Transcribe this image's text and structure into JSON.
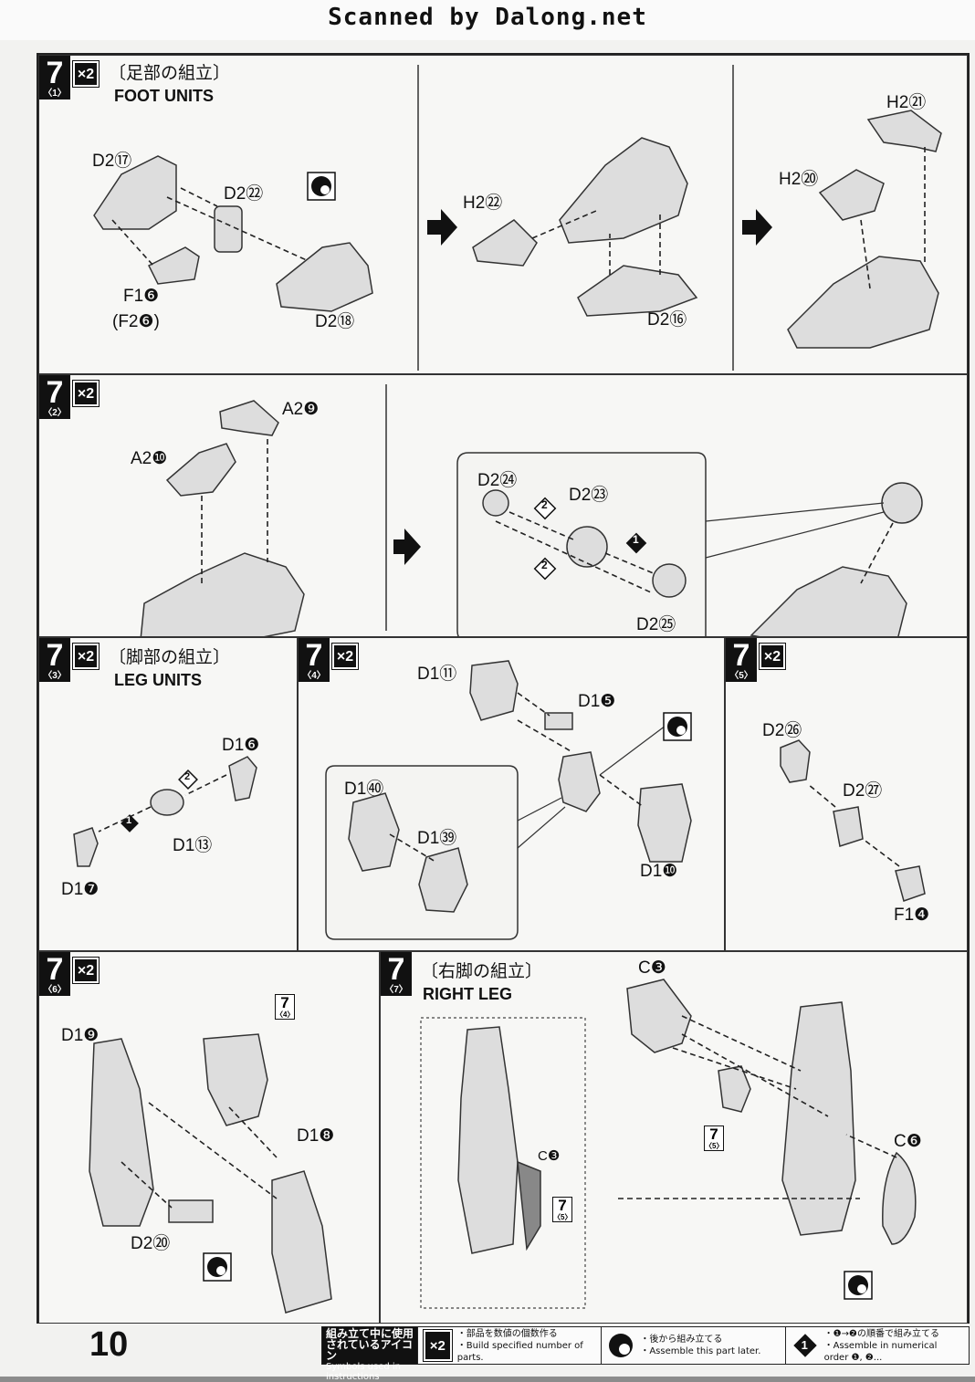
{
  "watermark": "Scanned by Dalong.net",
  "page_number": "10",
  "steps": {
    "s1": {
      "num": "7",
      "sub": "〈1〉",
      "mult": "×2",
      "title_jp": "〔足部の組立〕",
      "title_en": "FOOT UNITS",
      "labels": {
        "d2_17": "D2⑰",
        "d2_22": "D2㉒",
        "f1_6": "F1❻",
        "f2_6": "(F2❻)",
        "d2_18": "D2⑱",
        "h2_22": "H2㉒",
        "d2_16": "D2⑯",
        "h2_21": "H2㉑",
        "h2_20": "H2⑳"
      }
    },
    "s2": {
      "num": "7",
      "sub": "〈2〉",
      "mult": "×2",
      "labels": {
        "a2_9": "A2❾",
        "a2_10": "A2❿",
        "d2_24": "D2㉔",
        "d2_23": "D2㉓",
        "d2_25": "D2㉕",
        "order_1": "1",
        "order_2a": "2",
        "order_2b": "2"
      }
    },
    "s3": {
      "num": "7",
      "sub": "〈3〉",
      "mult": "×2",
      "title_jp": "〔脚部の組立〕",
      "title_en": "LEG UNITS",
      "labels": {
        "d1_6": "D1❻",
        "d1_13": "D1⑬",
        "d1_7": "D1❼",
        "order_1": "1",
        "order_2": "2"
      }
    },
    "s4": {
      "num": "7",
      "sub": "〈4〉",
      "mult": "×2",
      "labels": {
        "d1_11": "D1⑪",
        "d1_5": "D1❺",
        "d1_40": "D1㊵",
        "d1_39": "D1㊴",
        "d1_10": "D1❿"
      }
    },
    "s5": {
      "num": "7",
      "sub": "〈5〉",
      "mult": "×2",
      "labels": {
        "d2_26": "D2㉖",
        "d2_27": "D2㉗",
        "f1_4": "F1❹"
      }
    },
    "s6": {
      "num": "7",
      "sub": "〈6〉",
      "mult": "×2",
      "labels": {
        "d1_9": "D1❾",
        "d1_8": "D1❽",
        "d2_20": "D2⑳",
        "ref": "7",
        "ref_sub": "〈4〉"
      }
    },
    "s7": {
      "num": "7",
      "sub": "〈7〉",
      "title_jp": "〔右脚の組立〕",
      "title_en": "RIGHT LEG",
      "labels": {
        "c_3_top": "C❸",
        "c_6": "C❻",
        "c_3_inner": "C❸",
        "ref": "7",
        "ref_sub": "〈5〉"
      }
    }
  },
  "legend": {
    "heading_jp": "組み立て中に使用されているアイコン",
    "heading_en": "Symbols used in instructions",
    "items": [
      {
        "icon": "x2-icon",
        "icon_text": "×2",
        "jp": "・部品を数値の個数作る",
        "en": "・Build specified number of parts."
      },
      {
        "icon": "later-assembly-icon",
        "icon_text": "",
        "jp": "・後から組み立てる",
        "en": "・Assemble this part later."
      },
      {
        "icon": "numbered-order-icon",
        "icon_text": "1",
        "jp": "・❶→❷の順番で組み立てる",
        "en": "・Assemble in numerical order ❶, ❷..."
      }
    ]
  }
}
